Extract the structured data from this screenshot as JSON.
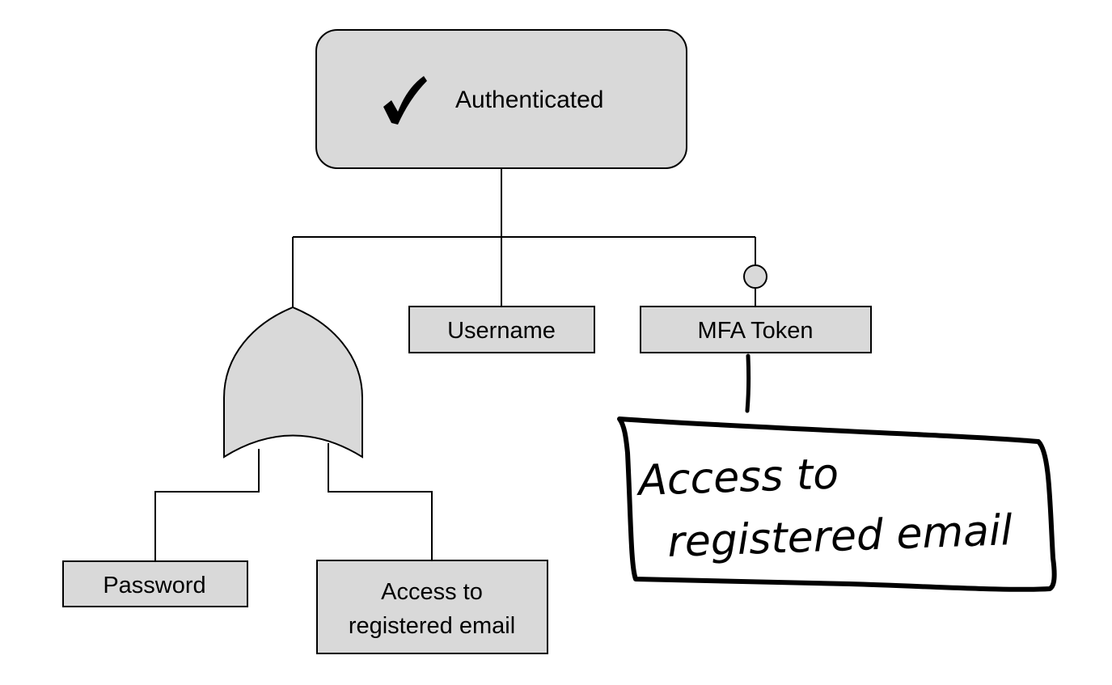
{
  "colors": {
    "node_fill": "#d9d9d9",
    "stroke": "#000000",
    "background": "#ffffff"
  },
  "root": {
    "label": "Authenticated",
    "icon": "checkmark-icon"
  },
  "gate": {
    "type": "or-gate"
  },
  "nodes": {
    "username": "Username",
    "mfa_token": "MFA Token",
    "password": "Password",
    "email_line1": "Access to",
    "email_line2": "registered email"
  },
  "annotation": {
    "line1": "Access to",
    "line2": "registered email"
  }
}
